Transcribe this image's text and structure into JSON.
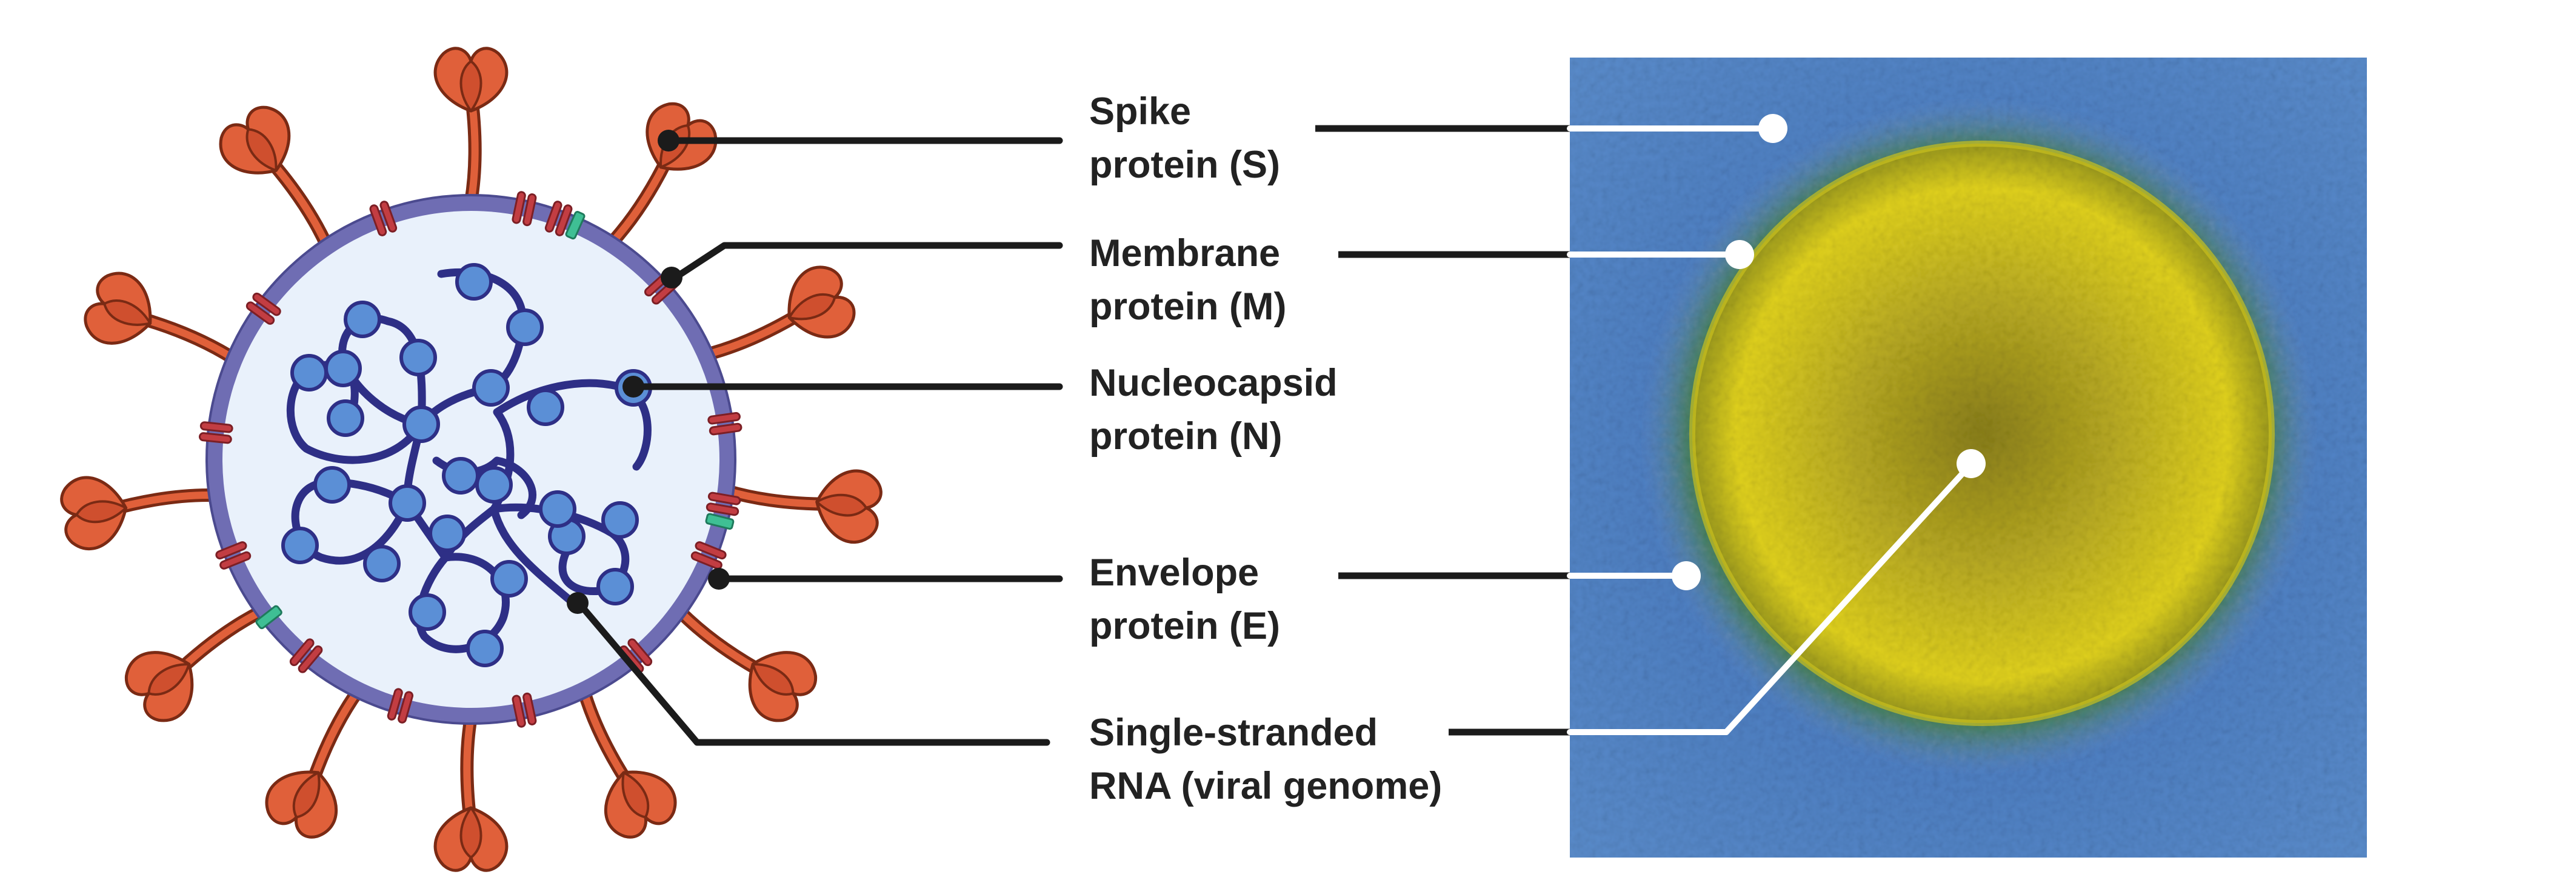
{
  "colors": {
    "leader_line": "#1b1b1b",
    "micrograph_pointer": "#ffffff",
    "spike_fill": "#e0603a",
    "spike_stroke": "#7a2a14",
    "envelope_ring": "#6f6db3",
    "interior": "#e9f1fb",
    "membrane_protein": "#c23d42",
    "envelope_protein": "#3fbf94",
    "rna_strand": "#2e2f86",
    "nucleocapsid": "#5b8fd6",
    "micro_background": "#4d7fc0",
    "micro_halo": "#2f6d3a",
    "micro_particle": "#e1d21f"
  },
  "labels": [
    {
      "id": "spike",
      "line1": "Spike",
      "line2": "protein (S)"
    },
    {
      "id": "membrane",
      "line1": "Membrane",
      "line2": "protein (M)"
    },
    {
      "id": "nucleocapsid",
      "line1": "Nucleocapsid",
      "line2": "protein (N)"
    },
    {
      "id": "envelope",
      "line1": "Envelope",
      "line2": "protein (E)"
    },
    {
      "id": "rna",
      "line1": "Single-stranded",
      "line2": "RNA (viral genome)"
    }
  ]
}
